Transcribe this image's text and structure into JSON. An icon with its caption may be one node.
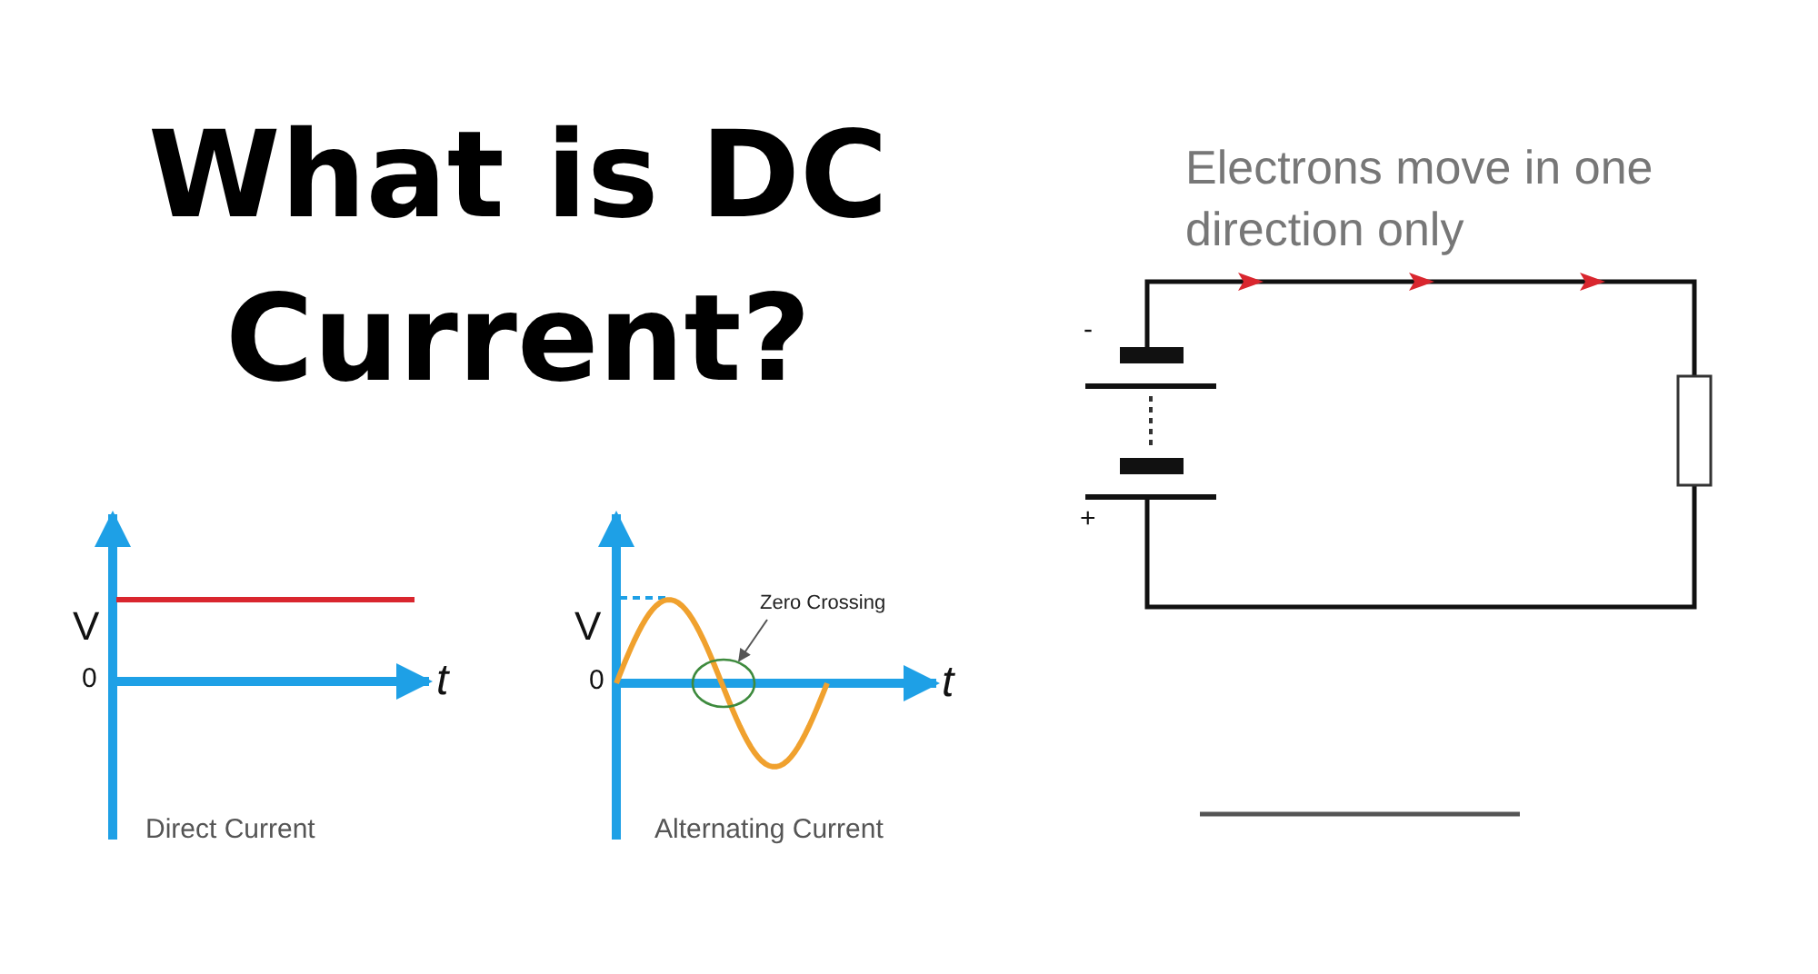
{
  "diagram": {
    "title": "What is DC Current?",
    "nodes": [
      {
        "text": [
          "Zero Crossing"
        ]
      },
      {
        "text": [],
        "shape": "circle"
      }
    ],
    "edges": [
      {
        "from": 0,
        "to": 1,
        "arrow": "to"
      }
    ],
    "labels": [
      "V",
      "0",
      "t",
      "Direct Current",
      "V",
      "0",
      "t",
      "Alternating Current",
      "Electrons move in one direction only",
      "-",
      "+"
    ]
  }
}
